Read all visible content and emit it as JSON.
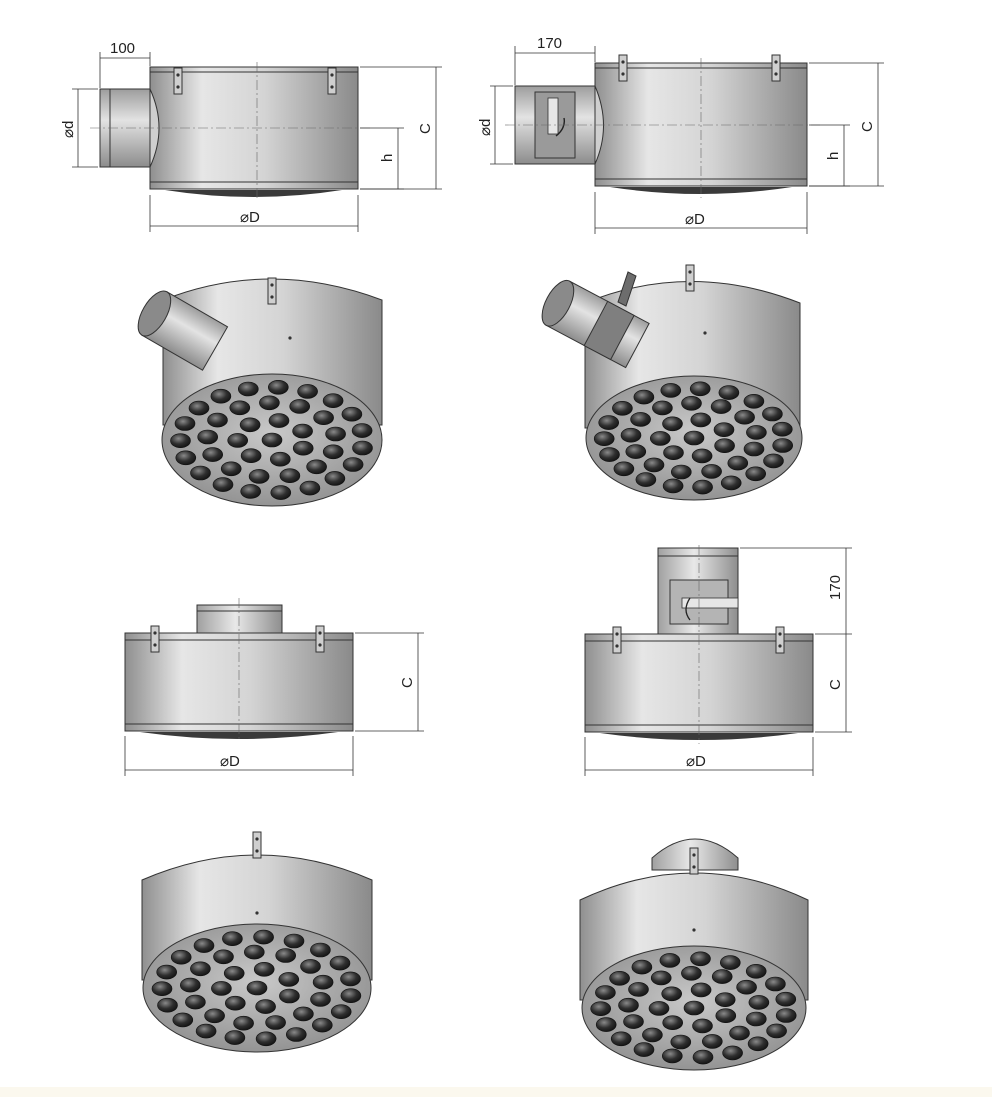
{
  "colors": {
    "housing": "#d2d2d2",
    "housing_dark": "#9a9a9a",
    "duct": "#b9b9b9",
    "damper": "#8e8e8e",
    "nozzle": "#3a3a3a",
    "line": "#333333"
  },
  "icons": [
    "bracket-icon",
    "damper-handle-icon",
    "nozzle-icon"
  ],
  "drawings": {
    "side_plain": {
      "dim_stub": "100",
      "dim_d": "⌀d",
      "dim_h": "h",
      "dim_C": "C",
      "dim_D": "⌀D"
    },
    "side_damper": {
      "dim_stub": "170",
      "dim_d": "⌀d",
      "dim_h": "h",
      "dim_C": "C",
      "dim_D": "⌀D"
    },
    "top_plain": {
      "dim_C": "C",
      "dim_D": "⌀D"
    },
    "top_damper": {
      "dim_stub": "170",
      "dim_C": "C",
      "dim_D": "⌀D"
    }
  }
}
